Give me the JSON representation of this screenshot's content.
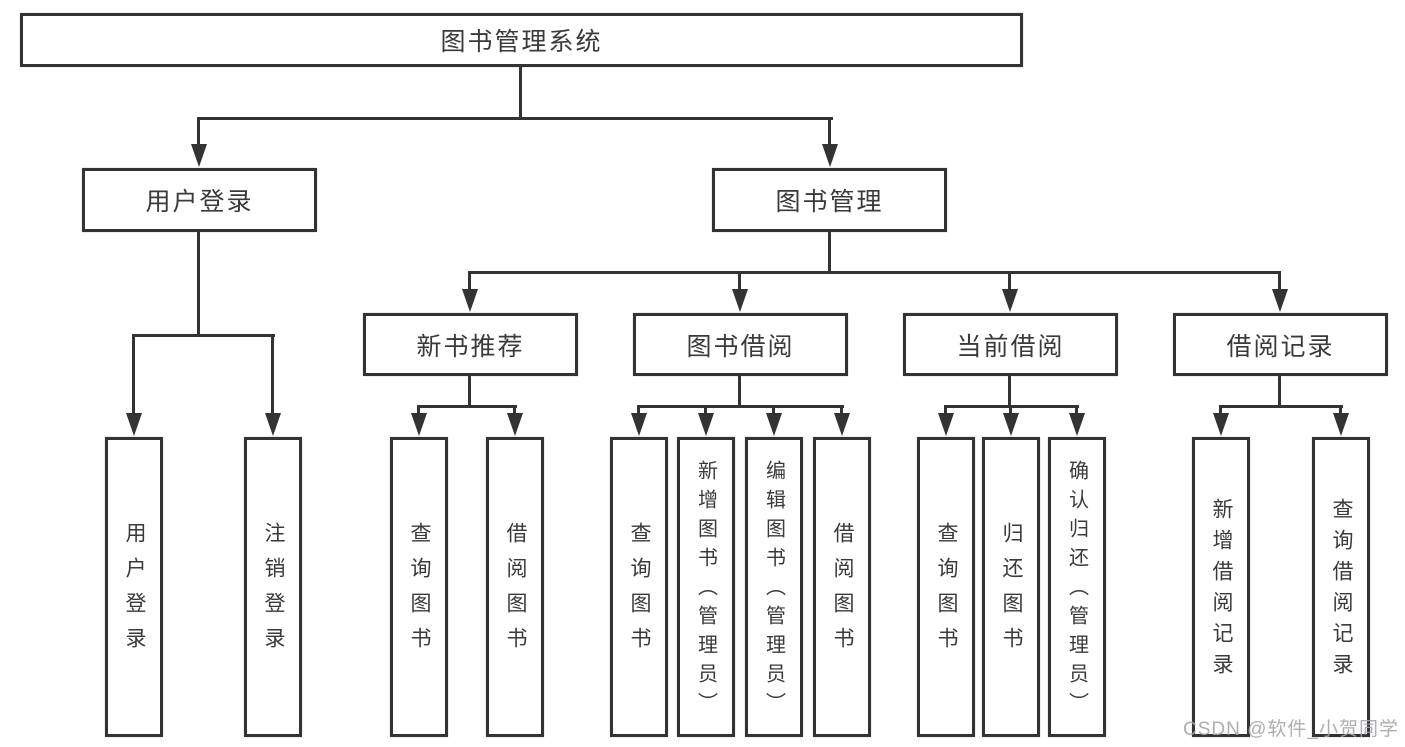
{
  "diagram": {
    "root": {
      "label": "图书管理系统"
    },
    "branches": [
      {
        "label": "用户登录",
        "children": [
          {
            "label": "用户登录"
          },
          {
            "label": "注销登录"
          }
        ]
      },
      {
        "label": "图书管理",
        "children": [
          {
            "label": "新书推荐",
            "children": [
              {
                "label": "查询图书"
              },
              {
                "label": "借阅图书"
              }
            ]
          },
          {
            "label": "图书借阅",
            "children": [
              {
                "label": "查询图书"
              },
              {
                "label": "新增图书（管理员）"
              },
              {
                "label": "编辑图书（管理员）"
              },
              {
                "label": "借阅图书"
              }
            ]
          },
          {
            "label": "当前借阅",
            "children": [
              {
                "label": "查询图书"
              },
              {
                "label": "归还图书"
              },
              {
                "label": "确认归还（管理员）"
              }
            ]
          },
          {
            "label": "借阅记录",
            "children": [
              {
                "label": "新增借阅记录"
              },
              {
                "label": "查询借阅记录"
              }
            ]
          }
        ]
      }
    ]
  },
  "watermark": {
    "text": "CSDN @软件_小贺同学"
  },
  "colors": {
    "line": "#333333",
    "text": "#3a3a3a",
    "box_background": "#ffffff",
    "page_background": "#ffffff",
    "watermark": "#a6a6ab"
  }
}
